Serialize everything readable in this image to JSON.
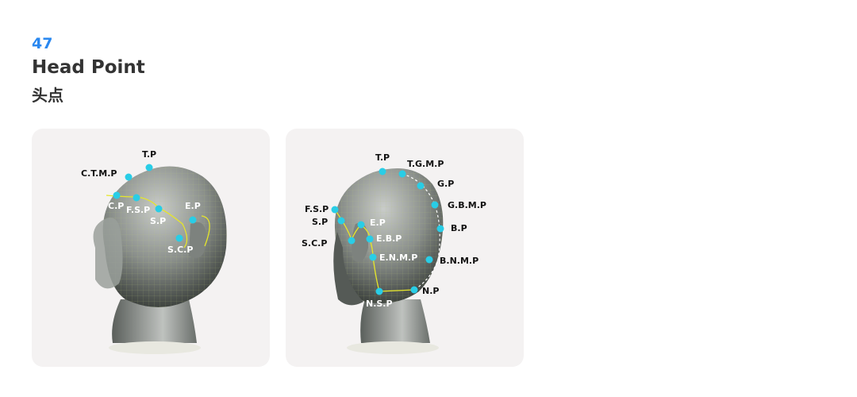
{
  "header": {
    "number": "47",
    "title": "Head Point",
    "subtitle": "头点"
  },
  "front_view": {
    "labels": {
      "tp": "T.P",
      "ctmp": "C.T.M.P",
      "cp": "C.P",
      "fsp": "F.S.P",
      "sp": "S.P",
      "ep": "E.P",
      "scp": "S.C.P"
    }
  },
  "side_view": {
    "labels": {
      "tp": "T.P",
      "tgmp": "T.G.M.P",
      "gp": "G.P",
      "gbmp": "G.B.M.P",
      "bp": "B.P",
      "bnmp": "B.N.M.P",
      "np": "N.P",
      "nsp": "N.S.P",
      "enmp": "E.N.M.P",
      "ebp": "E.B.P",
      "ep": "E.P",
      "fsp": "F.S.P",
      "sp": "S.P",
      "scp": "S.C.P"
    }
  },
  "colors": {
    "accent": "#2a88f0",
    "point": "#29cde6",
    "line": "#e6e62a",
    "card": "#f4f2f2"
  }
}
